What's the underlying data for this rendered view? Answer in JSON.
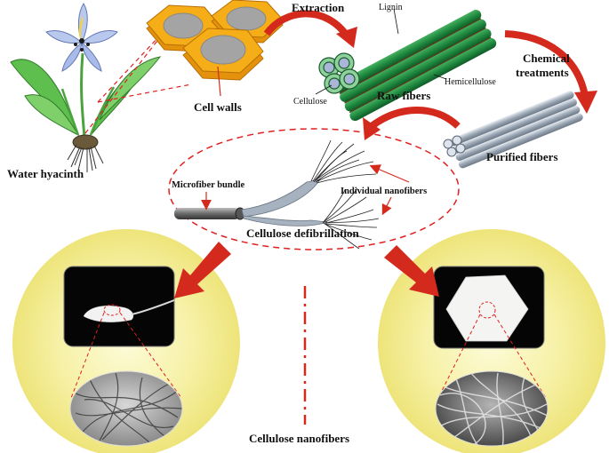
{
  "labels": {
    "extraction": "Extraction",
    "lignin": "Lignin",
    "hemicellulose": "Hemicellulose",
    "cellulose": "Cellulose",
    "raw_fibers": "Raw fibers",
    "cell_walls": "Cell walls",
    "chemical_line1": "Chemical",
    "chemical_line2": "treatments",
    "purified_fibers": "Purified  fibers",
    "water_hyacinth": "Water hyacinth",
    "microfiber_bundle": "Microfiber bundle",
    "individual_nanofibers": "Individual nanofibers",
    "cellulose_defibrillation": "Cellulose defibrillation",
    "cellulose_nanofibers": "Cellulose nanofibers"
  },
  "colors": {
    "arrow_red": "#d42a1e",
    "dash_red": "#e02020",
    "hex_orange": "#f2a20e",
    "hex_gray": "#a4a4a4",
    "fiber_green": "#1a7a3c",
    "circle_yellow": "#f4f0a0"
  },
  "icons": [
    "water-hyacinth-plant-icon",
    "cell-wall-hexagons-icon",
    "raw-fiber-bundle-icon",
    "purified-fiber-rods-icon",
    "microfiber-bundle-icon",
    "aerogel-film-photo-icon",
    "aerogel-disc-photo-icon",
    "tem-micrograph-icon",
    "sem-micrograph-icon"
  ]
}
